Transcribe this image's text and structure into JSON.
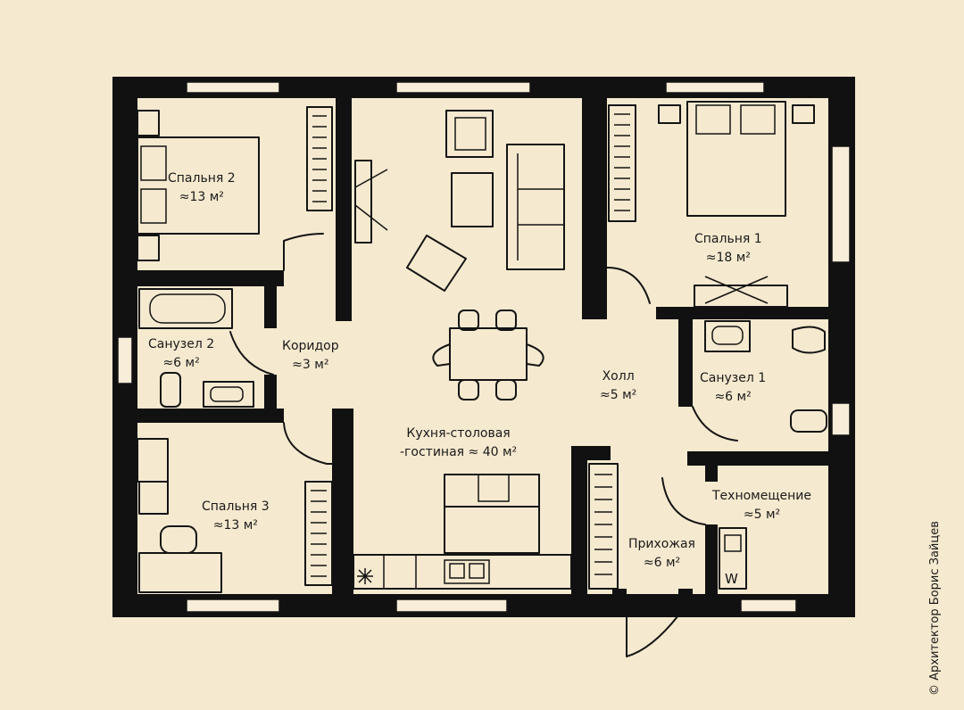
{
  "rooms": {
    "bedroom2": {
      "name": "Спальня 2",
      "area": "≈13 м²"
    },
    "bedroom1": {
      "name": "Спальня 1",
      "area": "≈18 м²"
    },
    "bath2": {
      "name": "Санузел 2",
      "area": "≈6 м²"
    },
    "corridor": {
      "name": "Коридор",
      "area": "≈3 м²"
    },
    "hall": {
      "name": "Холл",
      "area": "≈5 м²"
    },
    "bath1": {
      "name": "Санузел 1",
      "area": "≈6 м²"
    },
    "kitchen": {
      "name": "Кухня-столовая",
      "area": "-гостиная ≈ 40 м²"
    },
    "bedroom3": {
      "name": "Спальня 3",
      "area": "≈13 м²"
    },
    "utility": {
      "name": "Техномещение",
      "area": "≈5 м²"
    },
    "entry": {
      "name": "Прихожая",
      "area": "≈6 м²"
    }
  },
  "appliance_mark": "W",
  "copyright": "© Архитектор Борис Зайцев",
  "colors": {
    "background": "#f5e9cf",
    "ink": "#111111"
  }
}
